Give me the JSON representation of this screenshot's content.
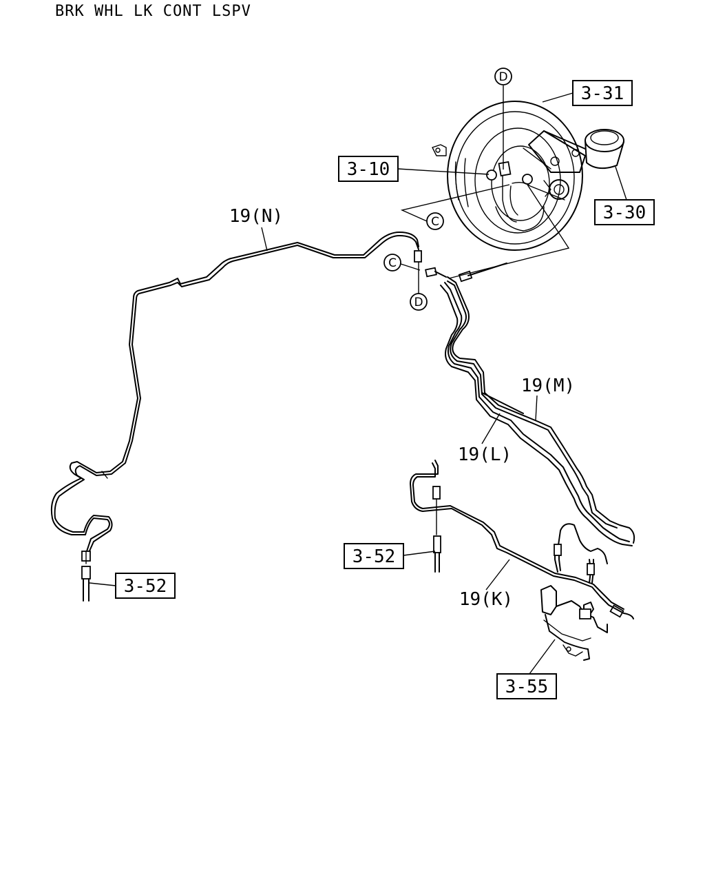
{
  "title": "BRK WHL LK CONT LSPV",
  "refs": {
    "r331": "3-31",
    "r310": "3-10",
    "r330": "3-30",
    "r352a": "3-52",
    "r352b": "3-52",
    "r355": "3-55"
  },
  "pipes": {
    "n": "19(N)",
    "m": "19(M)",
    "l": "19(L)",
    "k": "19(K)"
  },
  "connectors": {
    "c_top": "C",
    "c_mid": "C",
    "d_top": "D",
    "d_mid": "D"
  }
}
